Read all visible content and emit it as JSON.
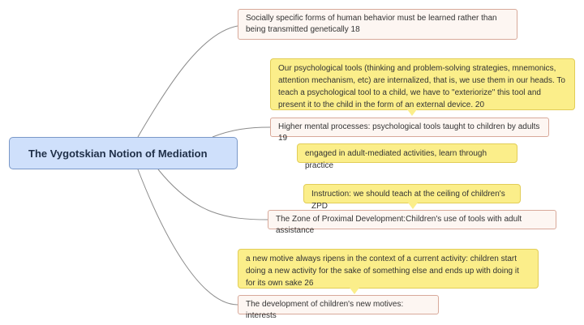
{
  "central_topic": "The Vygotskian Notion of Mediation",
  "topics": {
    "social_behavior": "Socially specific forms of human behavior must be learned rather than being transmitted genetically   18",
    "higher_mental": "Higher mental processes: psychological tools taught to children by adults  19",
    "zpd": "The Zone of Proximal Development:Children's use of tools with adult assistance",
    "new_motives": "The development of children's new motives: interests"
  },
  "callouts": {
    "psych_tools": "Our psychological tools (thinking and problem-solving strategies, mnemonics, attention mechanism, etc) are internalized, that is, we use them in our heads. To teach a psychological tool to a child, we have to \"exteriorize\" this tool and present it to the child in the form of an external device.  20",
    "adult_mediated": "engaged in adult-mediated activities, learn through practice",
    "instruction": "Instruction: we should teach at the ceiling of children's ZPD",
    "new_motive": "a new motive always ripens in the context of a current activity: children start doing a new activity for the sake of something else and ends up with doing it for its own sake 26"
  },
  "colors": {
    "central_fill": "#cfe0fb",
    "topic_fill": "#fdf6f2",
    "callout_fill": "#fbee8a",
    "connector": "#8c8c8c"
  }
}
